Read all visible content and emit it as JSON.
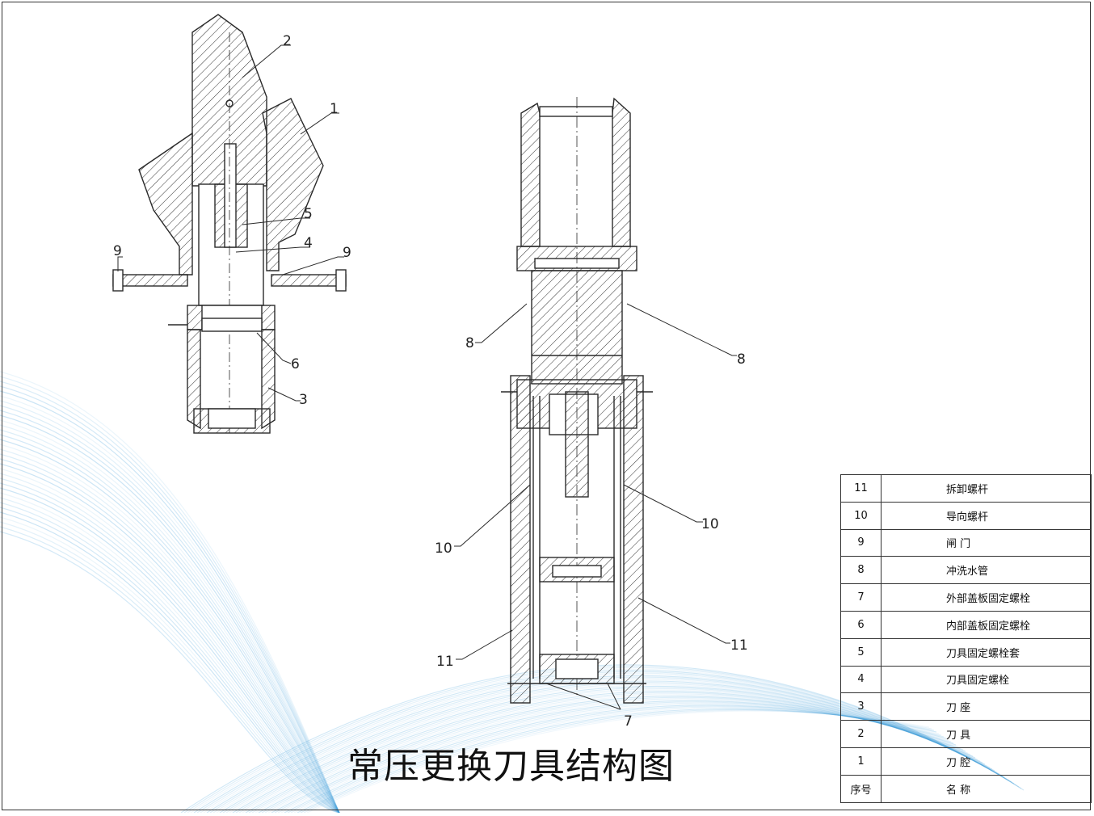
{
  "title": "常压更换刀具结构图",
  "parts_table": {
    "header": {
      "no": "序号",
      "name": "名  称"
    },
    "rows": [
      {
        "no": "11",
        "name": "拆卸螺杆"
      },
      {
        "no": "10",
        "name": "导向螺杆"
      },
      {
        "no": "9",
        "name": "闸  门"
      },
      {
        "no": "8",
        "name": "冲洗水管"
      },
      {
        "no": "7",
        "name": "外部盖板固定螺栓"
      },
      {
        "no": "6",
        "name": "内部盖板固定螺栓"
      },
      {
        "no": "5",
        "name": "刀具固定螺栓套"
      },
      {
        "no": "4",
        "name": "刀具固定螺栓"
      },
      {
        "no": "3",
        "name": "刀  座"
      },
      {
        "no": "2",
        "name": "刀  具"
      },
      {
        "no": "1",
        "name": "刀  腔"
      }
    ]
  },
  "callouts": {
    "left": [
      "2",
      "1",
      "5",
      "4",
      "9",
      "9",
      "6",
      "3"
    ],
    "right": [
      "8",
      "8",
      "10",
      "10",
      "11",
      "11",
      "7"
    ]
  },
  "colors": {
    "line": "#2a2a2a",
    "wave": "#3a9ad9"
  }
}
